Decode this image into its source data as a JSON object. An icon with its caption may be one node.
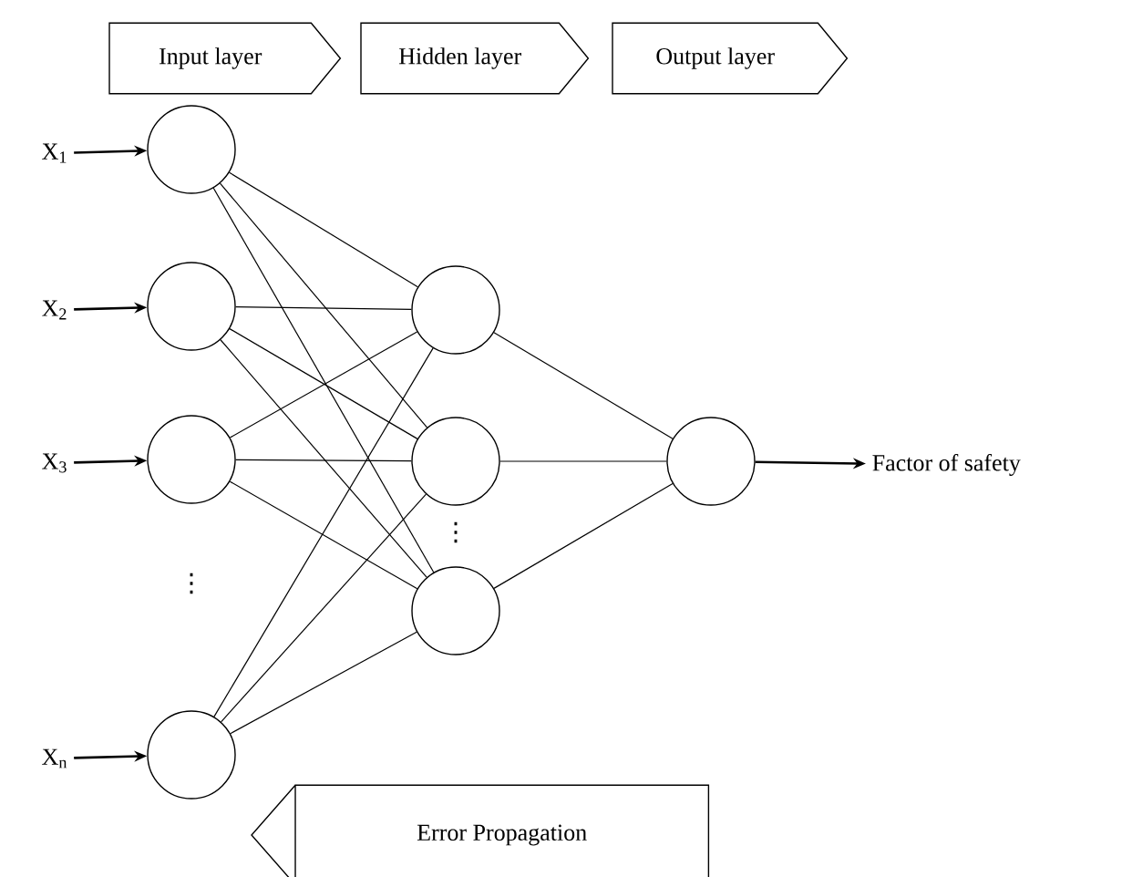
{
  "diagram": {
    "nodes": [
      {
        "text": [
          "Input layer"
        ]
      },
      {
        "text": [
          "Hidden layer"
        ]
      },
      {
        "text": [
          "Output layer"
        ]
      },
      {
        "text": [
          "X$_{1}$"
        ]
      },
      {
        "text": [
          "X$_{2}$"
        ]
      },
      {
        "text": [
          "X$_{3}$"
        ]
      },
      {
        "text": [
          "X$_{n}$"
        ]
      },
      {
        "text": [],
        "shape": "circle"
      },
      {
        "text": [],
        "shape": "circle"
      },
      {
        "text": [],
        "shape": "circle"
      },
      {
        "text": [],
        "shape": "circle"
      },
      {
        "text": [],
        "shape": "circle"
      },
      {
        "text": [],
        "shape": "circle"
      },
      {
        "text": [],
        "shape": "circle"
      },
      {
        "text": [],
        "shape": "circle"
      },
      {
        "text": [
          "Factor of safety"
        ]
      },
      {
        "text": [
          "Error Propagation"
        ]
      }
    ],
    "edges": [
      {
        "from": 3,
        "to": 7,
        "arrow": "to"
      },
      {
        "from": 4,
        "to": 8,
        "arrow": "to"
      },
      {
        "from": 5,
        "to": 9,
        "arrow": "to"
      },
      {
        "from": 6,
        "to": 10,
        "arrow": "to"
      },
      {
        "from": 7,
        "to": 11,
        "arrow": "none"
      },
      {
        "from": 7,
        "to": 12,
        "arrow": "none"
      },
      {
        "from": 7,
        "to": 13,
        "arrow": "none"
      },
      {
        "from": 8,
        "to": 11,
        "arrow": "none"
      },
      {
        "from": 8,
        "to": 12,
        "arrow": "none"
      },
      {
        "from": 8,
        "to": 13,
        "arrow": "none"
      },
      {
        "from": 9,
        "to": 11,
        "arrow": "none"
      },
      {
        "from": 9,
        "to": 12,
        "arrow": "none"
      },
      {
        "from": 9,
        "to": 13,
        "arrow": "none"
      },
      {
        "from": 10,
        "to": 11,
        "arrow": "none"
      },
      {
        "from": 10,
        "to": 12,
        "arrow": "none"
      },
      {
        "from": 10,
        "to": 13,
        "arrow": "none"
      },
      {
        "from": 11,
        "to": 14,
        "arrow": "none"
      },
      {
        "from": 12,
        "to": 14,
        "arrow": "none"
      },
      {
        "from": 13,
        "to": 14,
        "arrow": "none"
      },
      {
        "from": 14,
        "to": 15,
        "arrow": "to"
      }
    ],
    "labels": [
      "⋮",
      "⋮"
    ]
  }
}
